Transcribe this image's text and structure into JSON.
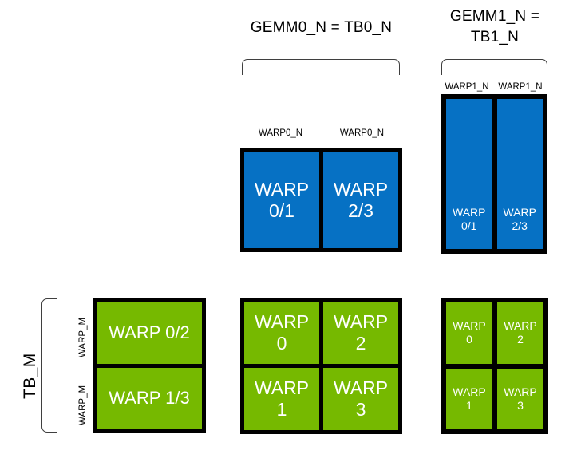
{
  "diagram": {
    "title_gemm0": "GEMM0_N = TB0_N",
    "title_gemm1": "GEMM1_N =\nTB1_N",
    "labels": {
      "warp0_n_left": "WARP0_N",
      "warp0_n_right": "WARP0_N",
      "warp1_n_left": "WARP1_N",
      "warp1_n_right": "WARP1_N",
      "warp_m_top": "WARP_M",
      "warp_m_bottom": "WARP_M",
      "tb_m": "TB_M"
    },
    "colors": {
      "blue": "#0671C4",
      "green": "#76B900",
      "border": "#000000",
      "bracket": "#3f3f3f"
    },
    "blue_block_middle": {
      "cells": [
        {
          "text": "WARP\n0/1"
        },
        {
          "text": "WARP\n2/3"
        }
      ]
    },
    "blue_block_right": {
      "cells": [
        {
          "text": "WARP\n0/1"
        },
        {
          "text": "WARP\n2/3"
        }
      ]
    },
    "green_block_left": {
      "cells": [
        {
          "text": "WARP 0/2"
        },
        {
          "text": "WARP 1/3"
        }
      ]
    },
    "green_block_middle": {
      "cells": [
        {
          "text": "WARP\n0"
        },
        {
          "text": "WARP\n2"
        },
        {
          "text": "WARP\n1"
        },
        {
          "text": "WARP\n3"
        }
      ]
    },
    "green_block_right": {
      "cells": [
        {
          "text": "WARP\n0"
        },
        {
          "text": "WARP\n2"
        },
        {
          "text": "WARP\n1"
        },
        {
          "text": "WARP\n3"
        }
      ]
    }
  }
}
